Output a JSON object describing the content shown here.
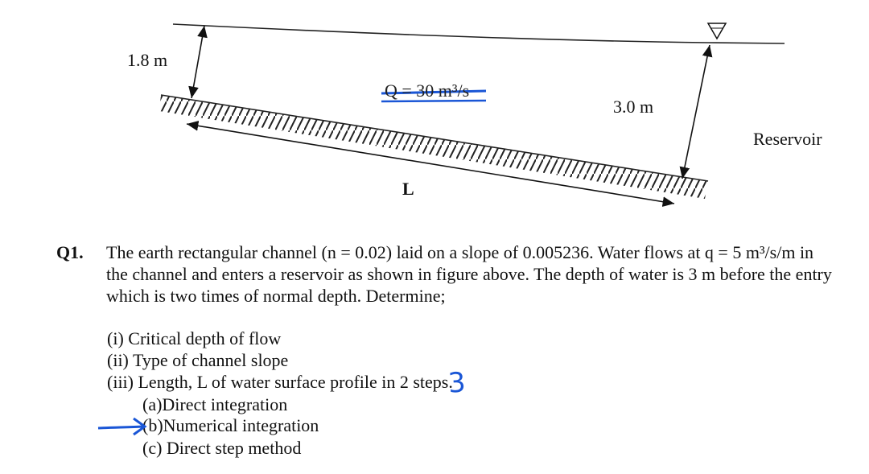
{
  "figure": {
    "depth_upstream": "1.8 m",
    "depth_downstream": "3.0 m",
    "reservoir": "Reservoir",
    "length": "L",
    "discharge_struck": "Q = 30 m³/s",
    "water_surface_symbol": "∇"
  },
  "question": {
    "number": "Q1.",
    "text": "The earth rectangular channel (n = 0.02) laid on a slope of 0.005236. Water flows at q = 5 m³/s/m in the channel and enters a reservoir as shown in figure above. The depth of water is 3 m before the entry which is two times of normal depth. Determine;",
    "items": [
      "(i)  Critical depth of flow",
      "(ii)  Type of channel slope",
      "(iii) Length, L of water surface profile in 2 steps."
    ],
    "subitems": [
      "(a)Direct integration",
      "(b)Numerical integration",
      "(c) Direct step method"
    ]
  },
  "annotation": {
    "ink_color": "#1a56d6",
    "handwritten_three": "3",
    "arrow": "arrow-pointer-icon"
  }
}
